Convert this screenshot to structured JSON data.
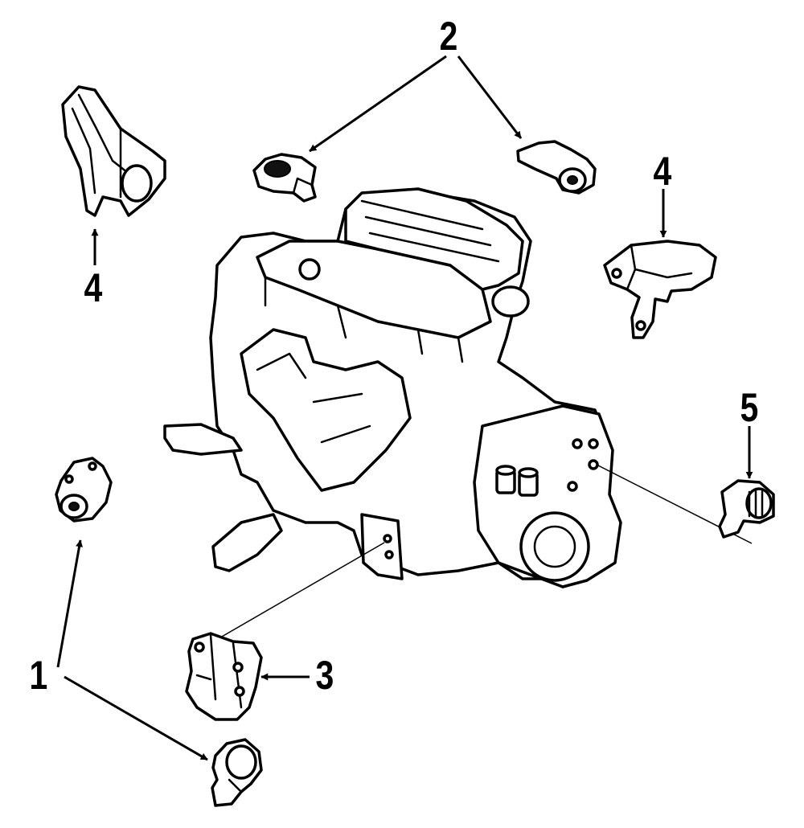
{
  "callouts": [
    {
      "id": "1",
      "label": "1"
    },
    {
      "id": "2",
      "label": "2"
    },
    {
      "id": "3",
      "label": "3"
    },
    {
      "id": "4a",
      "label": "4"
    },
    {
      "id": "4b",
      "label": "4"
    },
    {
      "id": "5",
      "label": "5"
    }
  ]
}
